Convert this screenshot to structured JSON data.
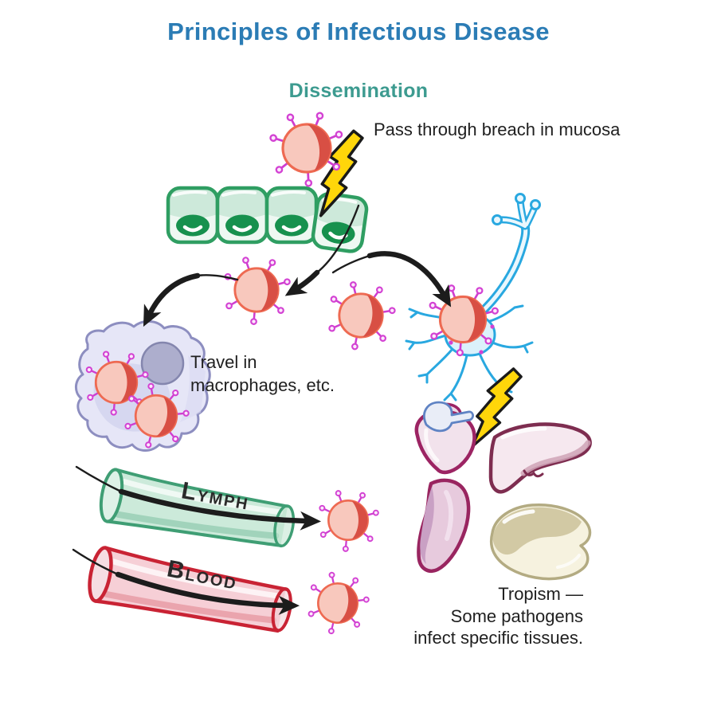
{
  "title": {
    "text": "Principles of Infectious Disease",
    "color": "#2b7cb5"
  },
  "subtitle": {
    "text": "Dissemination",
    "color": "#3d9b90"
  },
  "annotations": {
    "breach": "Pass through breach in mucosa",
    "travel": {
      "line1": "Travel in",
      "line2": "macrophages, etc."
    },
    "tropism": {
      "line1": "Tropism —",
      "line2": "Some pathogens",
      "line3": "infect specific tissues."
    }
  },
  "vessels": {
    "lymph": {
      "label": "Lymph",
      "initial": "L",
      "rest": "YMPH",
      "outline_color": "#3f9e74"
    },
    "blood": {
      "label": "Blood",
      "initial": "B",
      "rest": "LOOD",
      "outline_color": "#c92334"
    }
  },
  "figures": [
    "virus-particle",
    "mucosa-epithelial-cells",
    "lightning-bolt",
    "breach-arrow",
    "macrophage",
    "macrophage-nucleus",
    "neuron",
    "heart",
    "liver",
    "spleen",
    "brain",
    "lymph-vessel",
    "blood-vessel",
    "flow-arrow"
  ],
  "palette": {
    "title_blue": "#2b7cb5",
    "subtitle_teal": "#3d9b90",
    "virus_body": "#f8c8bd",
    "virus_crescent": "#d84f44",
    "virus_outline": "#ee6a52",
    "virus_spike": "#cf3ecf",
    "mucosa_outline": "#2f9e62",
    "mucosa_fill": "#eef8f2",
    "mucosa_band": "#cde9da",
    "mucosa_nucleus": "#17914e",
    "bolt_yellow": "#ffd60a",
    "macrophage_fill": "#e6e6f7",
    "macrophage_outline": "#8d8ec0",
    "neuron_blue": "#29a8e0",
    "heart_outline": "#9c2463",
    "liver_outline": "#7e2d50",
    "spleen_outline": "#992560",
    "brain_outline": "#b3ab82",
    "arrow_black": "#1c1c1c"
  }
}
